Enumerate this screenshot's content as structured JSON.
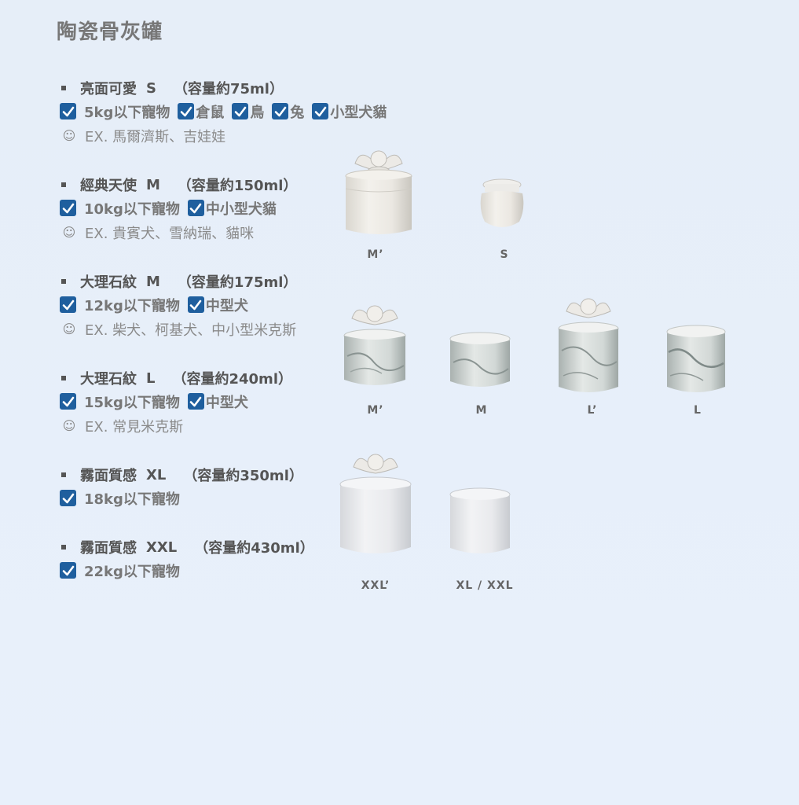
{
  "title": "陶瓷骨灰罐",
  "sections": [
    {
      "name": "亮面可愛",
      "size": "S",
      "capacity": "（容量約75ml）",
      "tags": [
        "5kg以下寵物",
        "倉鼠",
        "鳥",
        "兔",
        "小型犬貓"
      ],
      "example": "EX. 馬爾濟斯、吉娃娃"
    },
    {
      "name": "經典天使",
      "size": "M",
      "capacity": "（容量約150ml）",
      "tags": [
        "10kg以下寵物",
        "中小型犬貓"
      ],
      "example": "EX. 貴賓犬、雪納瑞、貓咪"
    },
    {
      "name": "大理石紋",
      "size": "M",
      "capacity": "（容量約175ml）",
      "tags": [
        "12kg以下寵物",
        "中型犬"
      ],
      "example": "EX. 柴犬、柯基犬、中小型米克斯"
    },
    {
      "name": "大理石紋",
      "size": "L",
      "capacity": "（容量約240ml）",
      "tags": [
        "15kg以下寵物",
        "中型犬"
      ],
      "example": "EX. 常見米克斯"
    },
    {
      "name": "霧面質感",
      "size": "XL",
      "capacity": "（容量約350ml）",
      "tags": [
        "18kg以下寵物"
      ],
      "example": ""
    },
    {
      "name": "霧面質感",
      "size": "XXL",
      "capacity": "（容量約430ml）",
      "tags": [
        "22kg以下寵物"
      ],
      "example": ""
    }
  ],
  "jars": [
    {
      "caption": "M’",
      "style": "angel-white"
    },
    {
      "caption": "S",
      "style": "small-white"
    },
    {
      "caption": "M’",
      "style": "angel-marble"
    },
    {
      "caption": "M",
      "style": "marble"
    },
    {
      "caption": "L’",
      "style": "angel-marble-tall"
    },
    {
      "caption": "L",
      "style": "marble-tall"
    },
    {
      "caption": "XXL’",
      "style": "angel-matte"
    },
    {
      "caption": "XL / XXL",
      "style": "matte"
    }
  ],
  "colors": {
    "checkbox": "#1f5f9e",
    "background": "#e7eff9"
  }
}
